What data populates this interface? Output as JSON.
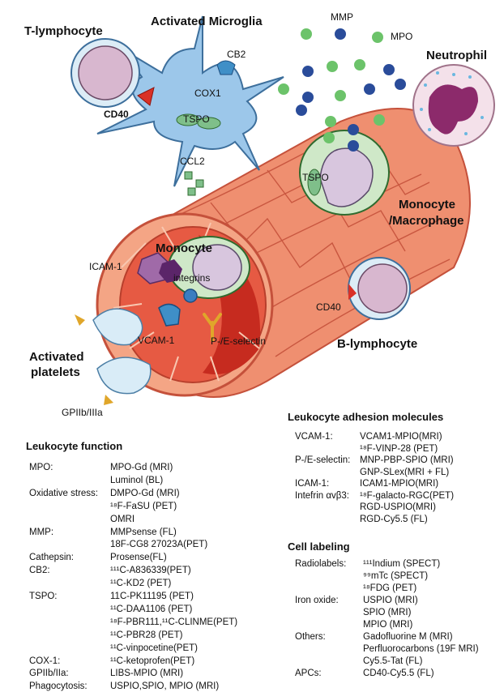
{
  "figure": {
    "labels": {
      "t_lymphocyte": "T-lymphocyte",
      "activated_microglia": "Activated Microglia",
      "mmp": "MMP",
      "mpo": "MPO",
      "neutrophil": "Neutrophil",
      "cb2": "CB2",
      "cox1": "COX1",
      "cd40_top": "CD40",
      "tspo_microglia": "TSPO",
      "ccl2": "CCL2",
      "tspo_macrophage": "TSPO",
      "monocyte_macrophage_1": "Monocyte",
      "monocyte_macrophage_2": "/Macrophage",
      "monocyte": "Monocyte",
      "icam1": "ICAM-1",
      "integrins": "integrins",
      "cd40_b": "CD40",
      "vcam1": "VCAM-1",
      "pe_selectin": "P-/E-selectin",
      "b_lymphocyte": "B-lymphocyte",
      "activated_platelets_1": "Activated",
      "activated_platelets_2": "platelets",
      "gpiib": "GPIIb/IIIa"
    }
  },
  "leukocyte_function": {
    "title": "Leukocyte function",
    "rows": [
      {
        "key": "MPO:",
        "value": "MPO-Gd (MRI)"
      },
      {
        "key": "",
        "value": "Luminol (BL)"
      },
      {
        "key": "Oxidative stress:",
        "value": "DMPO-Gd (MRI)"
      },
      {
        "key": "",
        "value": "¹⁸F-FaSU (PET)"
      },
      {
        "key": "",
        "value": "OMRI"
      },
      {
        "key": "MMP:",
        "value": "MMPsense (FL)"
      },
      {
        "key": "",
        "value": "18F-CG8 27023A(PET)"
      },
      {
        "key": "Cathepsin:",
        "value": "Prosense(FL)"
      },
      {
        "key": "CB2:",
        "value": "¹¹¹C-A836339(PET)"
      },
      {
        "key": "",
        "value": "¹¹C-KD2 (PET)"
      },
      {
        "key": "TSPO:",
        "value": "11C-PK11195 (PET)"
      },
      {
        "key": "",
        "value": "¹¹C-DAA1106 (PET)"
      },
      {
        "key": "",
        "value": "¹⁸F-PBR111,¹¹C-CLINME(PET)"
      },
      {
        "key": "",
        "value": "¹¹C-PBR28 (PET)"
      },
      {
        "key": "",
        "value": "¹¹C-vinpocetine(PET)"
      },
      {
        "key": "COX-1:",
        "value": "¹¹C-ketoprofen(PET)"
      },
      {
        "key": "GPIIb/IIa:",
        "value": "LIBS-MPIO (MRI)"
      },
      {
        "key": "Phagocytosis:",
        "value": "USPIO,SPIO, MPIO (MRI)"
      }
    ]
  },
  "adhesion": {
    "title": "Leukocyte adhesion molecules",
    "rows": [
      {
        "key": "VCAM-1:",
        "value": "VCAM1-MPIO(MRI)"
      },
      {
        "key": "",
        "value": "¹⁸F-VINP-28 (PET)"
      },
      {
        "key": "P-/E-selectin:",
        "value": "MNP-PBP-SPIO (MRI)"
      },
      {
        "key": "",
        "value": "GNP-SLex(MRI + FL)"
      },
      {
        "key": "ICAM-1:",
        "value": "ICAM1-MPIO(MRI)"
      },
      {
        "key": "Intefrin αvβ3:",
        "value": "¹⁸F-galacto-RGC(PET)"
      },
      {
        "key": "",
        "value": "RGD-USPIO(MRI)"
      },
      {
        "key": "",
        "value": "RGD-Cy5.5 (FL)"
      }
    ]
  },
  "cell_labeling": {
    "title": "Cell labeling",
    "rows": [
      {
        "key": "Radiolabels:",
        "value": "¹¹¹Indium (SPECT)"
      },
      {
        "key": "",
        "value": "⁹⁹mTc (SPECT)"
      },
      {
        "key": "",
        "value": "¹⁸FDG (PET)"
      },
      {
        "key": "Iron oxide:",
        "value": "USPIO (MRI)"
      },
      {
        "key": "",
        "value": "SPIO (MRI)"
      },
      {
        "key": "",
        "value": "MPIO (MRI)"
      },
      {
        "key": "Others:",
        "value": "Gadofluorine M (MRI)"
      },
      {
        "key": "",
        "value": "Perfluorocarbons (19F MRI)"
      },
      {
        "key": "",
        "value": "Cy5.5-Tat (FL)"
      },
      {
        "key": "APCs:",
        "value": "CD40-Cy5.5 (FL)"
      }
    ]
  }
}
